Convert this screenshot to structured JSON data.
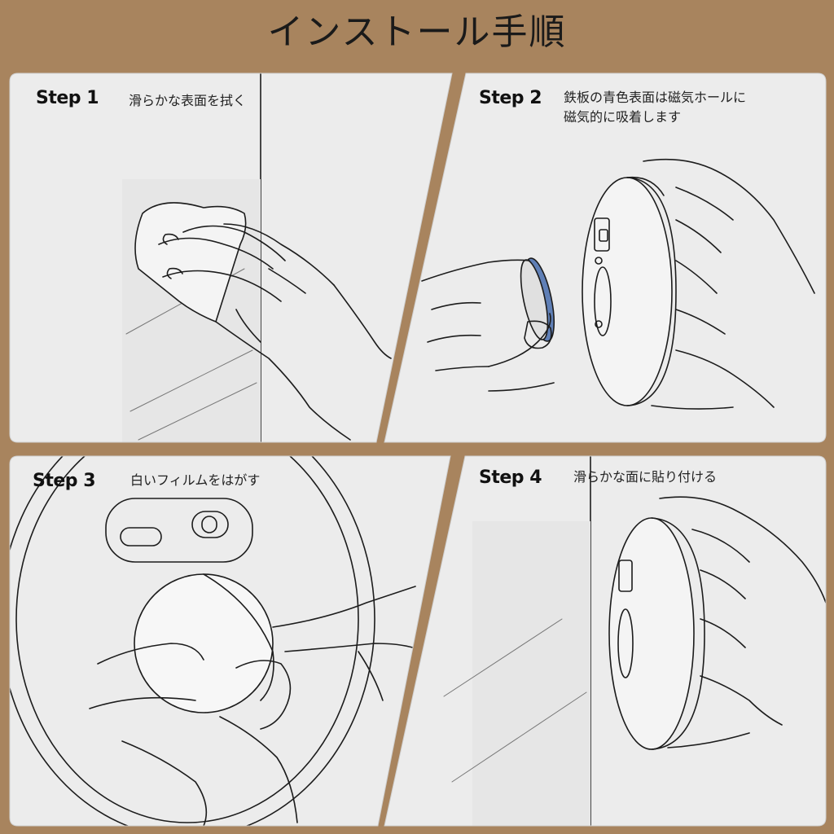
{
  "title": "インストール手順",
  "colors": {
    "frame": "#a8845e",
    "panel": "#ececec",
    "line": "#1c1c1c",
    "magnet_plate": "#5f7fb6"
  },
  "steps": [
    {
      "label": "Step 1",
      "lines": [
        "滑らかな表面を拭く"
      ]
    },
    {
      "label": "Step 2",
      "lines": [
        "鉄板の青色表面は磁気ホールに",
        "磁気的に吸着します"
      ]
    },
    {
      "label": "Step 3",
      "lines": [
        "白いフィルムをはがす"
      ]
    },
    {
      "label": "Step 4",
      "lines": [
        "滑らかな面に貼り付ける"
      ]
    }
  ]
}
